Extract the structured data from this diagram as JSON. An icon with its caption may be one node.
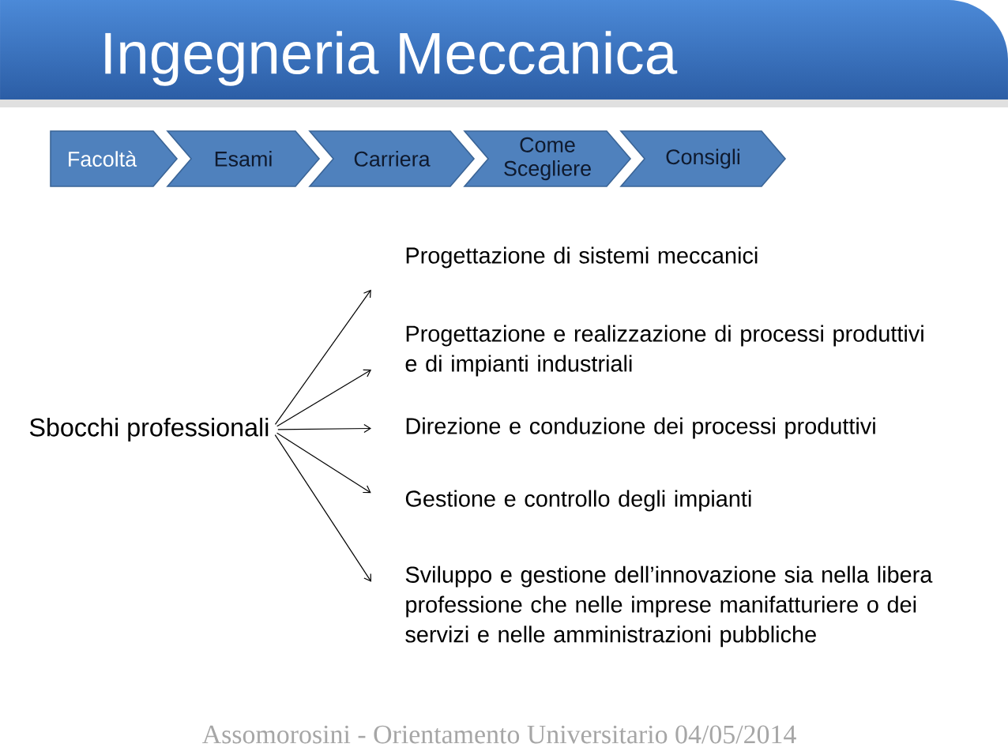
{
  "diagram": {
    "title": "Ingegneria Meccanica",
    "nodes": [
      {
        "text": [
          "Facoltà"
        ]
      },
      {
        "text": [
          "Esami"
        ]
      },
      {
        "text": [
          "Carriera"
        ]
      },
      {
        "text": [
          "Come Scegliere"
        ]
      },
      {
        "text": [
          "Consigli"
        ]
      },
      {
        "text": [
          "Sbocchi professionali"
        ]
      },
      {
        "text": [
          "Progettazione di sistemi meccanici"
        ]
      },
      {
        "text": [
          "Progettazione e realizzazione di processi produttivi e di impianti industriali"
        ]
      },
      {
        "text": [
          "Direzione e conduzione dei processi produttivi"
        ]
      },
      {
        "text": [
          "Gestione e controllo degli impianti"
        ]
      },
      {
        "text": [
          "Sviluppo e gestione dell’innovazione sia nella libera professione che nelle imprese manifatturiere o dei servizi e nelle amministrazioni pubbliche"
        ]
      }
    ],
    "edges": [
      {
        "from": 5,
        "to": 6,
        "arrow": "to"
      },
      {
        "from": 5,
        "to": 7,
        "arrow": "to"
      },
      {
        "from": 5,
        "to": 8,
        "arrow": "to"
      },
      {
        "from": 5,
        "to": 9,
        "arrow": "to"
      },
      {
        "from": 5,
        "to": 10,
        "arrow": "to"
      }
    ],
    "labels": [
      "Assomorosini - Orientamento Universitario 04/05/2014"
    ]
  }
}
